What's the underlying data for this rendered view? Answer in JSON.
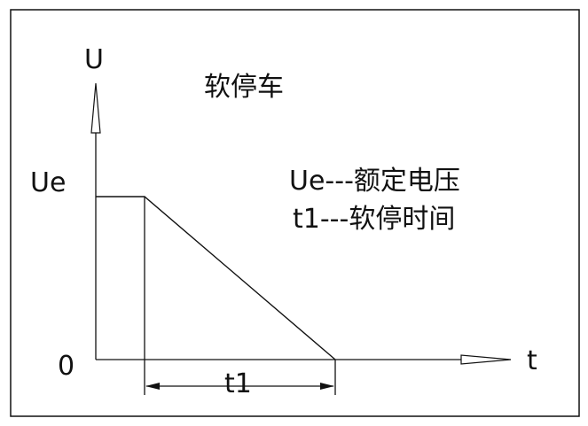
{
  "diagram": {
    "title": "软停车",
    "axis_y_label": "U",
    "axis_x_label": "t",
    "level_label": "Ue",
    "origin_label": "0",
    "duration_label": "t1"
  },
  "legend": {
    "line1": "Ue---额定电压",
    "line2": "t1---软停时间"
  },
  "colors": {
    "stroke": "#111111",
    "background": "#ffffff"
  }
}
